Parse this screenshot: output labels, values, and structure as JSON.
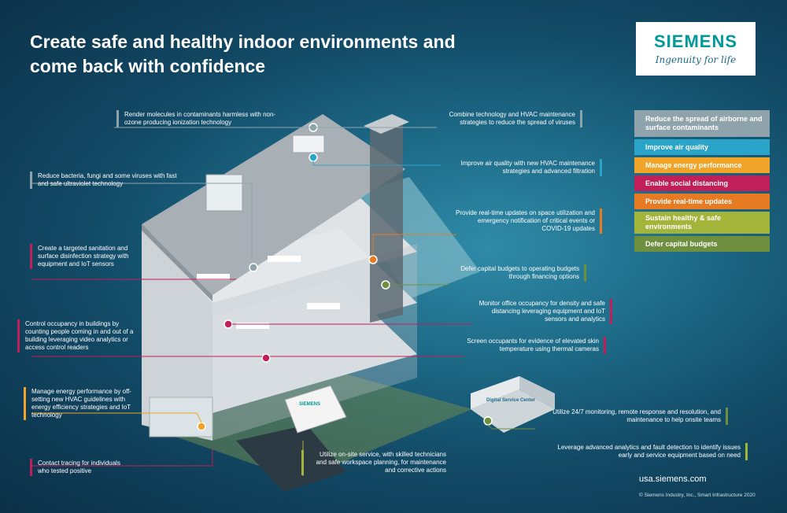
{
  "title": "Create safe and healthy indoor environments and come back with confidence",
  "logo": {
    "brand": "SIEMENS",
    "tagline": "Ingenuity for life"
  },
  "legend": [
    {
      "label": "Reduce the spread of airborne and surface contaminants",
      "color": "#8fa3ad"
    },
    {
      "label": "Improve air quality",
      "color": "#2aa4c9"
    },
    {
      "label": "Manage energy performance",
      "color": "#f0a52a"
    },
    {
      "label": "Enable social distancing",
      "color": "#c01f58"
    },
    {
      "label": "Provide real-time updates",
      "color": "#e77b23"
    },
    {
      "label": "Sustain healthy & safe environments",
      "color": "#a3b43b"
    },
    {
      "label": "Defer capital budgets",
      "color": "#6e8f3e"
    }
  ],
  "callouts": {
    "ionization": "Render molecules in contaminants harmless with non-ozone producing ionization technology",
    "hvac_strategies": "Combine technology and HVAC maintenance strategies to reduce the spread of viruses",
    "ultraviolet": "Reduce bacteria, fungi and some viruses with fast and safe ultraviolet technology",
    "air_quality": "Improve air quality with new HVAC maintenance strategies and advanced filtration",
    "realtime": "Provide real-time updates on space utilization and emergency notification of critical events or COVID-19 updates",
    "sanitation": "Create a targeted sanitation and surface disinfection strategy with equipment and IoT sensors",
    "capital": "Defer capital budgets to operating budgets through financing options",
    "occupancy_density": "Monitor office occupancy for density and safe distancing leveraging equipment and IoT sensors and analytics",
    "control_occupancy": "Control occupancy in buildings by counting people coming in and out of a building leveraging video analytics or access control readers",
    "thermal": "Screen occupants for evidence of elevated skin temperature using thermal cameras",
    "energy": "Manage energy performance by off-setting new HVAC guidelines with energy efficiency strategies and IoT technology",
    "monitoring": "Utilize 24/7 monitoring, remote response and resolution, and maintenance to help onsite teams",
    "analytics": "Leverage advanced analytics and fault detection to identify issues early and service equipment based on need",
    "contact_tracing": "Contact tracing for individuals who tested positive",
    "onsite_service": "Utilize on-site service, with skilled technicians and safe workspace planning, for maintenance and corrective actions"
  },
  "scene": {
    "van_label": "SIEMENS",
    "service_center_sign": "Digital Service Center"
  },
  "footer": {
    "url": "usa.siemens.com",
    "copyright": "© Siemens Industry, Inc., Smart Infrastructure 2020"
  }
}
